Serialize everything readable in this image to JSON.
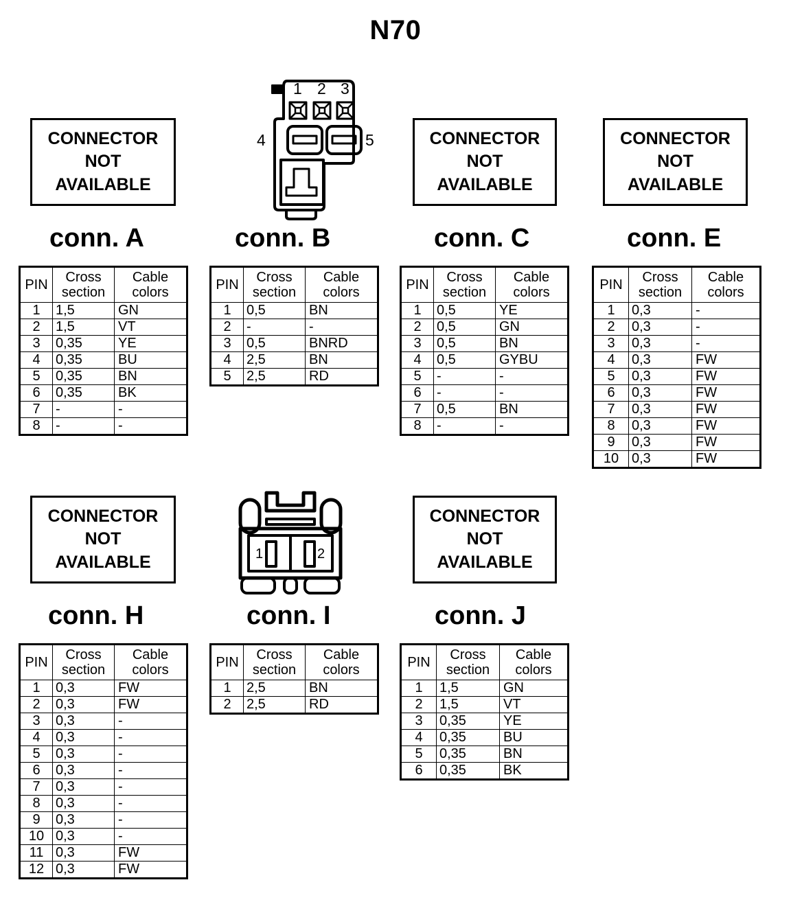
{
  "page": {
    "title": "N70",
    "placeholder_text": [
      "CONNECTOR",
      "NOT",
      "AVAILABLE"
    ]
  },
  "table_headers": {
    "pin": "PIN",
    "cross_section_l1": "Cross",
    "cross_section_l2": "section",
    "cable_colors_l1": "Cable",
    "cable_colors_l2": "colors"
  },
  "connectors": [
    {
      "id": "A",
      "caption": "conn. A",
      "drawing": "not-available",
      "rows": [
        {
          "pin": "1",
          "cs": "1,5",
          "cc": "GN"
        },
        {
          "pin": "2",
          "cs": "1,5",
          "cc": "VT"
        },
        {
          "pin": "3",
          "cs": "0,35",
          "cc": "YE"
        },
        {
          "pin": "4",
          "cs": "0,35",
          "cc": "BU"
        },
        {
          "pin": "5",
          "cs": "0,35",
          "cc": "BN"
        },
        {
          "pin": "6",
          "cs": "0,35",
          "cc": "BK"
        },
        {
          "pin": "7",
          "cs": "-",
          "cc": "-"
        },
        {
          "pin": "8",
          "cs": "-",
          "cc": "-"
        }
      ]
    },
    {
      "id": "B",
      "caption": "conn. B",
      "drawing": "connector-b",
      "drawing_pin_labels": [
        "1",
        "2",
        "3",
        "4",
        "5"
      ],
      "rows": [
        {
          "pin": "1",
          "cs": "0,5",
          "cc": "BN"
        },
        {
          "pin": "2",
          "cs": "-",
          "cc": "-"
        },
        {
          "pin": "3",
          "cs": "0,5",
          "cc": "BNRD"
        },
        {
          "pin": "4",
          "cs": "2,5",
          "cc": "BN"
        },
        {
          "pin": "5",
          "cs": "2,5",
          "cc": "RD"
        }
      ]
    },
    {
      "id": "C",
      "caption": "conn. C",
      "drawing": "not-available",
      "rows": [
        {
          "pin": "1",
          "cs": "0,5",
          "cc": "YE"
        },
        {
          "pin": "2",
          "cs": "0,5",
          "cc": "GN"
        },
        {
          "pin": "3",
          "cs": "0,5",
          "cc": "BN"
        },
        {
          "pin": "4",
          "cs": "0,5",
          "cc": "GYBU"
        },
        {
          "pin": "5",
          "cs": "-",
          "cc": "-"
        },
        {
          "pin": "6",
          "cs": "-",
          "cc": "-"
        },
        {
          "pin": "7",
          "cs": "0,5",
          "cc": "BN"
        },
        {
          "pin": "8",
          "cs": "-",
          "cc": "-"
        }
      ]
    },
    {
      "id": "E",
      "caption": "conn. E",
      "drawing": "not-available",
      "rows": [
        {
          "pin": "1",
          "cs": "0,3",
          "cc": "-"
        },
        {
          "pin": "2",
          "cs": "0,3",
          "cc": "-"
        },
        {
          "pin": "3",
          "cs": "0,3",
          "cc": "-"
        },
        {
          "pin": "4",
          "cs": "0,3",
          "cc": "FW"
        },
        {
          "pin": "5",
          "cs": "0,3",
          "cc": "FW"
        },
        {
          "pin": "6",
          "cs": "0,3",
          "cc": "FW"
        },
        {
          "pin": "7",
          "cs": "0,3",
          "cc": "FW"
        },
        {
          "pin": "8",
          "cs": "0,3",
          "cc": "FW"
        },
        {
          "pin": "9",
          "cs": "0,3",
          "cc": "FW"
        },
        {
          "pin": "10",
          "cs": "0,3",
          "cc": "FW"
        }
      ]
    },
    {
      "id": "H",
      "caption": "conn. H",
      "drawing": "not-available",
      "rows": [
        {
          "pin": "1",
          "cs": "0,3",
          "cc": "FW"
        },
        {
          "pin": "2",
          "cs": "0,3",
          "cc": "FW"
        },
        {
          "pin": "3",
          "cs": "0,3",
          "cc": "-"
        },
        {
          "pin": "4",
          "cs": "0,3",
          "cc": "-"
        },
        {
          "pin": "5",
          "cs": "0,3",
          "cc": "-"
        },
        {
          "pin": "6",
          "cs": "0,3",
          "cc": "-"
        },
        {
          "pin": "7",
          "cs": "0,3",
          "cc": "-"
        },
        {
          "pin": "8",
          "cs": "0,3",
          "cc": "-"
        },
        {
          "pin": "9",
          "cs": "0,3",
          "cc": "-"
        },
        {
          "pin": "10",
          "cs": "0,3",
          "cc": "-"
        },
        {
          "pin": "11",
          "cs": "0,3",
          "cc": "FW"
        },
        {
          "pin": "12",
          "cs": "0,3",
          "cc": "FW"
        }
      ]
    },
    {
      "id": "I",
      "caption": "conn. I",
      "drawing": "connector-i",
      "drawing_pin_labels": [
        "1",
        "2"
      ],
      "rows": [
        {
          "pin": "1",
          "cs": "2,5",
          "cc": "BN"
        },
        {
          "pin": "2",
          "cs": "2,5",
          "cc": "RD"
        }
      ]
    },
    {
      "id": "J",
      "caption": "conn. J",
      "drawing": "not-available",
      "rows": [
        {
          "pin": "1",
          "cs": "1,5",
          "cc": "GN"
        },
        {
          "pin": "2",
          "cs": "1,5",
          "cc": "VT"
        },
        {
          "pin": "3",
          "cs": "0,35",
          "cc": "YE"
        },
        {
          "pin": "4",
          "cs": "0,35",
          "cc": "BU"
        },
        {
          "pin": "5",
          "cs": "0,35",
          "cc": "BN"
        },
        {
          "pin": "6",
          "cs": "0,35",
          "cc": "BK"
        }
      ]
    }
  ],
  "colors": {
    "ink": "#000000",
    "paper": "#ffffff"
  }
}
